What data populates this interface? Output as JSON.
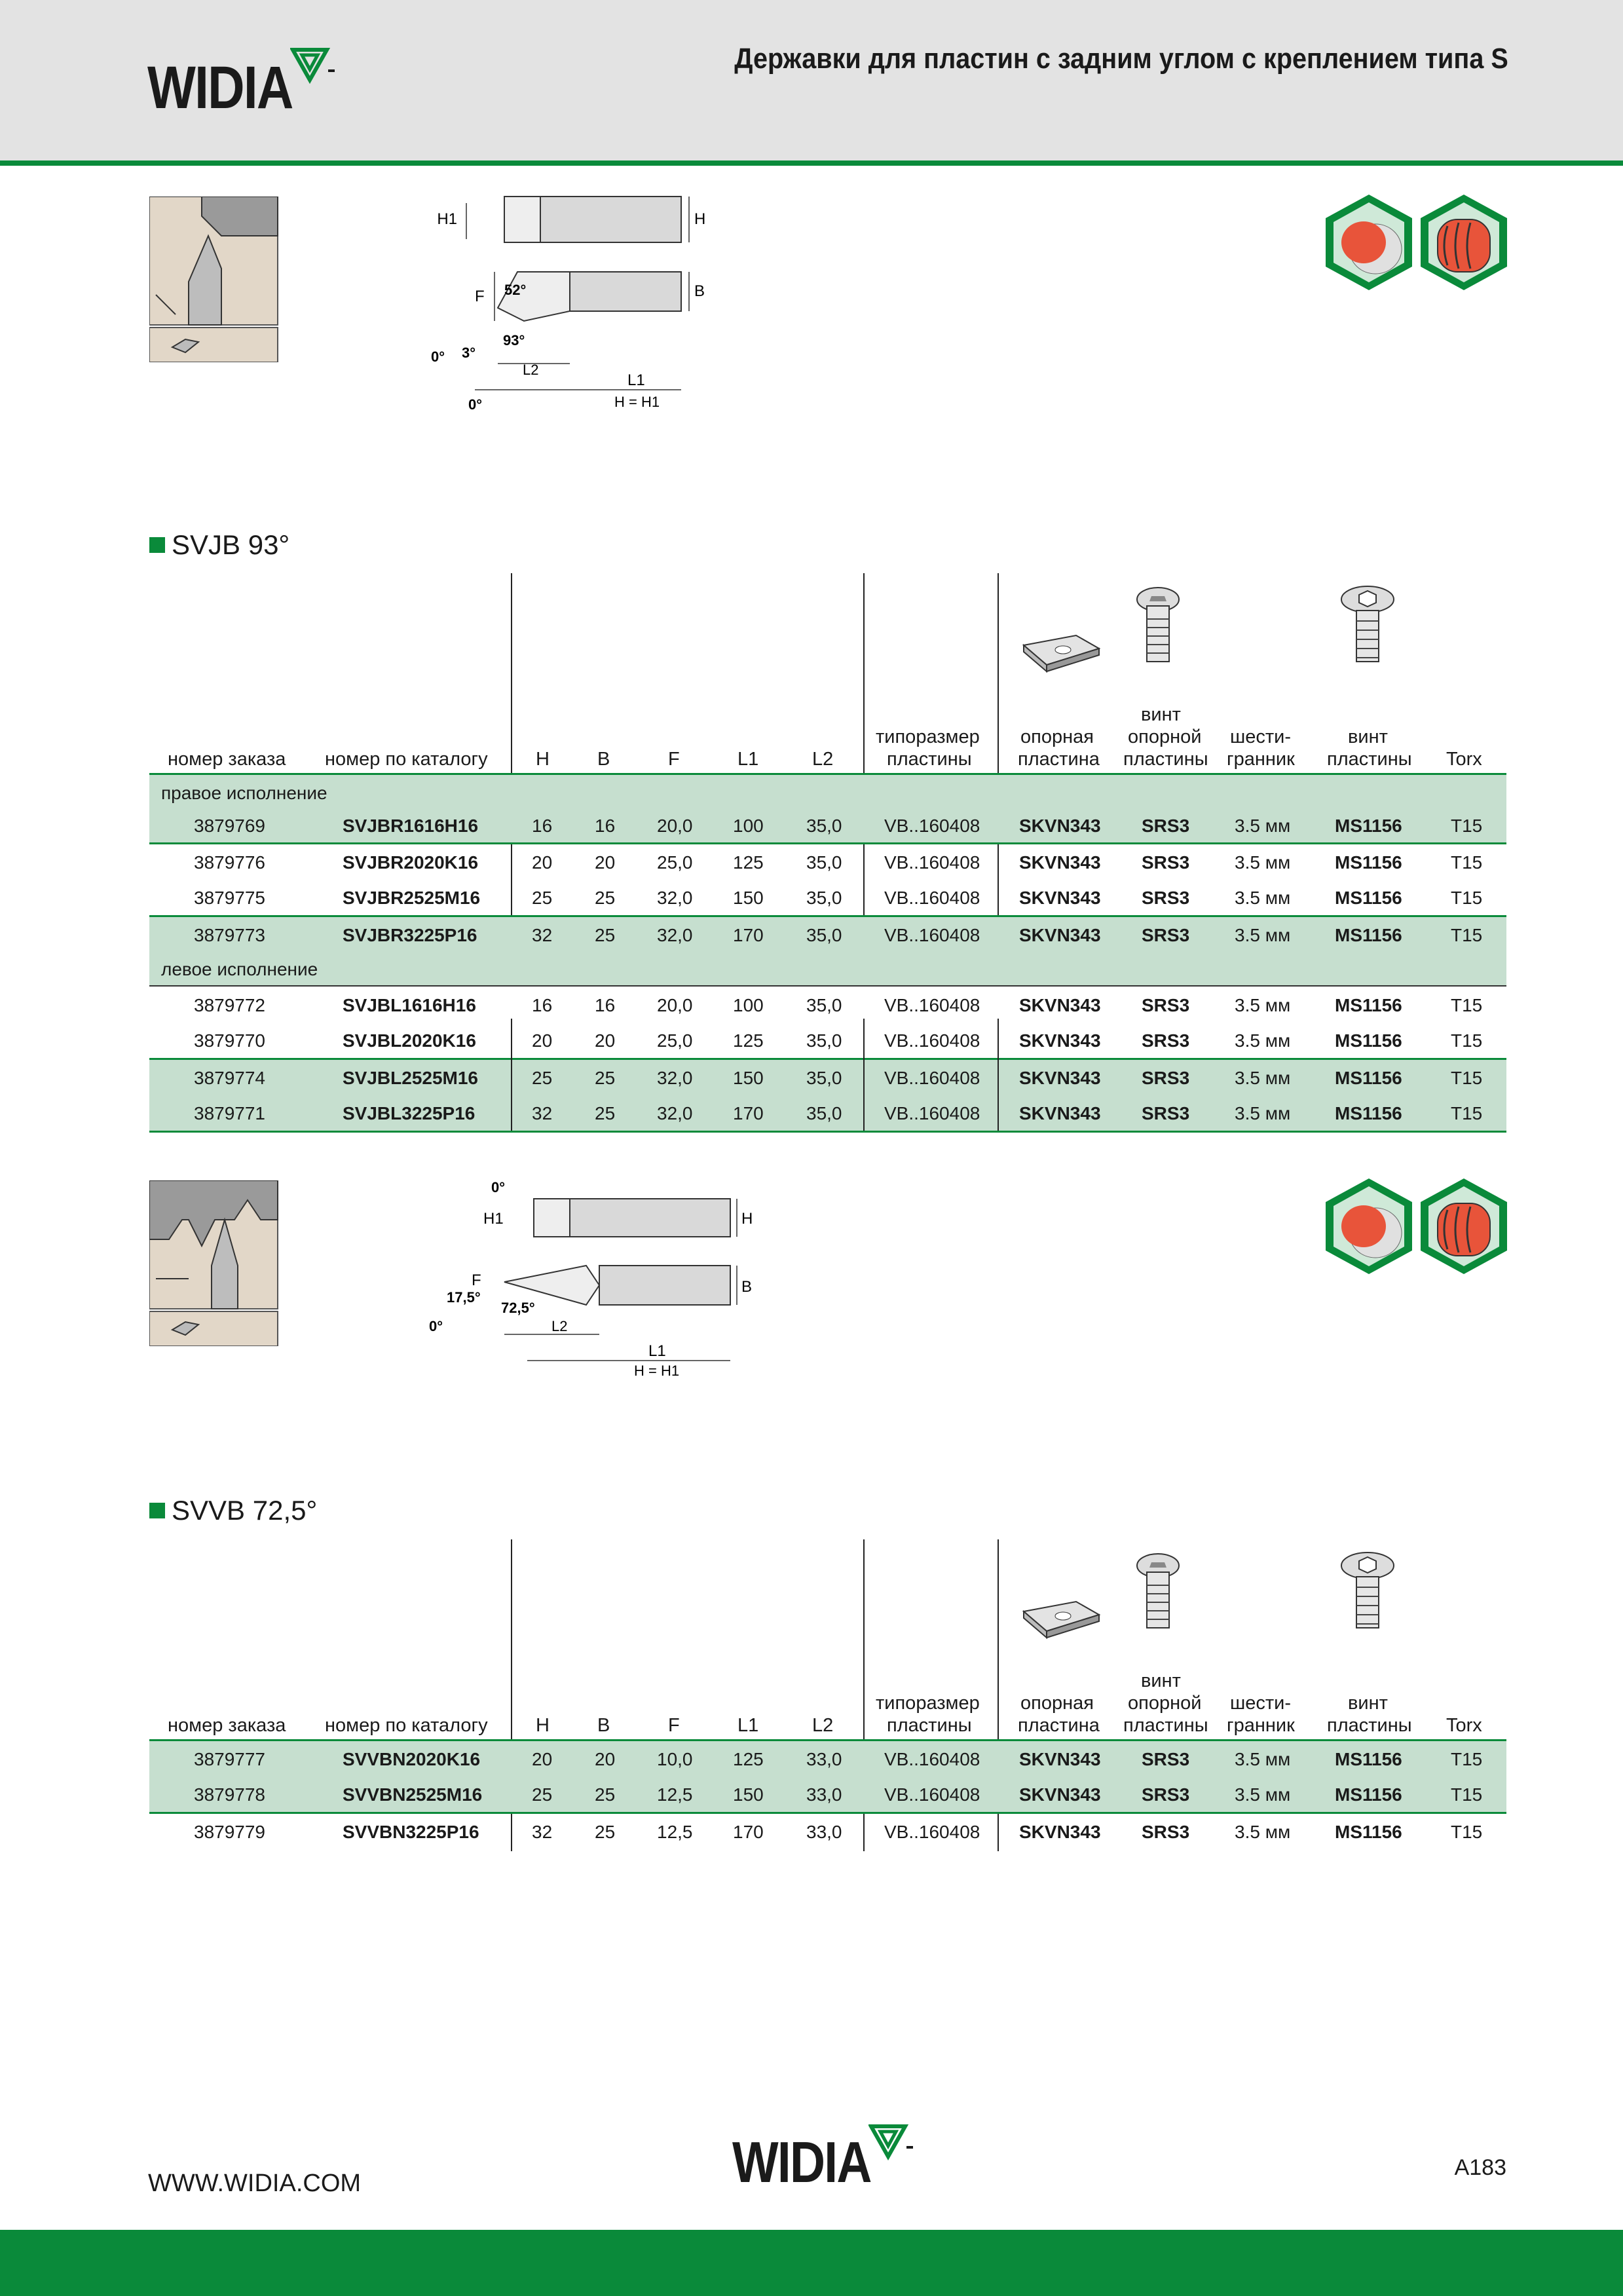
{
  "header": {
    "brand": "WIDIA",
    "title": "Державки для пластин с задним углом с креплением типа S"
  },
  "drawing1": {
    "labels": [
      "H1",
      "H",
      "B",
      "F",
      "52°",
      "93°",
      "L2",
      "L1",
      "H = H1",
      "0°",
      "3°",
      "0°"
    ]
  },
  "section1": {
    "title": "SVJB 93°",
    "columns": {
      "order": "номер заказа",
      "catalog": "номер по каталогу",
      "h": "H",
      "b": "B",
      "f": "F",
      "l1": "L1",
      "l2": "L2",
      "insert_size_1": "типоразмер",
      "insert_size_2": "пластины",
      "shim_1": "опорная",
      "shim_2": "пластина",
      "shim_screw_1": "винт",
      "shim_screw_2": "опорной",
      "shim_screw_3": "пластины",
      "hex_1": "шести-",
      "hex_2": "гранник",
      "insert_screw_1": "винт",
      "insert_screw_2": "пластины",
      "torx": "Torx"
    },
    "group_right": "правое исполнение",
    "group_left": "левое исполнение",
    "rows": [
      {
        "order": "3879769",
        "catalog": "SVJBR1616H16",
        "h": "16",
        "b": "16",
        "f": "20,0",
        "l1": "100",
        "l2": "35,0",
        "insert": "VB..160408",
        "shim": "SKVN343",
        "shim_screw": "SRS3",
        "hex": "3.5 мм",
        "insert_screw": "MS1156",
        "torx": "T15"
      },
      {
        "order": "3879776",
        "catalog": "SVJBR2020K16",
        "h": "20",
        "b": "20",
        "f": "25,0",
        "l1": "125",
        "l2": "35,0",
        "insert": "VB..160408",
        "shim": "SKVN343",
        "shim_screw": "SRS3",
        "hex": "3.5 мм",
        "insert_screw": "MS1156",
        "torx": "T15"
      },
      {
        "order": "3879775",
        "catalog": "SVJBR2525M16",
        "h": "25",
        "b": "25",
        "f": "32,0",
        "l1": "150",
        "l2": "35,0",
        "insert": "VB..160408",
        "shim": "SKVN343",
        "shim_screw": "SRS3",
        "hex": "3.5 мм",
        "insert_screw": "MS1156",
        "torx": "T15"
      },
      {
        "order": "3879773",
        "catalog": "SVJBR3225P16",
        "h": "32",
        "b": "25",
        "f": "32,0",
        "l1": "170",
        "l2": "35,0",
        "insert": "VB..160408",
        "shim": "SKVN343",
        "shim_screw": "SRS3",
        "hex": "3.5 мм",
        "insert_screw": "MS1156",
        "torx": "T15"
      },
      {
        "order": "3879772",
        "catalog": "SVJBL1616H16",
        "h": "16",
        "b": "16",
        "f": "20,0",
        "l1": "100",
        "l2": "35,0",
        "insert": "VB..160408",
        "shim": "SKVN343",
        "shim_screw": "SRS3",
        "hex": "3.5 мм",
        "insert_screw": "MS1156",
        "torx": "T15"
      },
      {
        "order": "3879770",
        "catalog": "SVJBL2020K16",
        "h": "20",
        "b": "20",
        "f": "25,0",
        "l1": "125",
        "l2": "35,0",
        "insert": "VB..160408",
        "shim": "SKVN343",
        "shim_screw": "SRS3",
        "hex": "3.5 мм",
        "insert_screw": "MS1156",
        "torx": "T15"
      },
      {
        "order": "3879774",
        "catalog": "SVJBL2525M16",
        "h": "25",
        "b": "25",
        "f": "32,0",
        "l1": "150",
        "l2": "35,0",
        "insert": "VB..160408",
        "shim": "SKVN343",
        "shim_screw": "SRS3",
        "hex": "3.5 мм",
        "insert_screw": "MS1156",
        "torx": "T15"
      },
      {
        "order": "3879771",
        "catalog": "SVJBL3225P16",
        "h": "32",
        "b": "25",
        "f": "32,0",
        "l1": "170",
        "l2": "35,0",
        "insert": "VB..160408",
        "shim": "SKVN343",
        "shim_screw": "SRS3",
        "hex": "3.5 мм",
        "insert_screw": "MS1156",
        "torx": "T15"
      }
    ]
  },
  "drawing2": {
    "labels": [
      "0°",
      "H1",
      "H",
      "F",
      "17,5°",
      "72,5°",
      "B",
      "0°",
      "L2",
      "L1",
      "H = H1"
    ]
  },
  "section2": {
    "title": "SVVB 72,5°",
    "rows": [
      {
        "order": "3879777",
        "catalog": "SVVBN2020K16",
        "h": "20",
        "b": "20",
        "f": "10,0",
        "l1": "125",
        "l2": "33,0",
        "insert": "VB..160408",
        "shim": "SKVN343",
        "shim_screw": "SRS3",
        "hex": "3.5 мм",
        "insert_screw": "MS1156",
        "torx": "T15"
      },
      {
        "order": "3879778",
        "catalog": "SVVBN2525M16",
        "h": "25",
        "b": "25",
        "f": "12,5",
        "l1": "150",
        "l2": "33,0",
        "insert": "VB..160408",
        "shim": "SKVN343",
        "shim_screw": "SRS3",
        "hex": "3.5 мм",
        "insert_screw": "MS1156",
        "torx": "T15"
      },
      {
        "order": "3879779",
        "catalog": "SVVBN3225P16",
        "h": "32",
        "b": "25",
        "f": "12,5",
        "l1": "170",
        "l2": "33,0",
        "insert": "VB..160408",
        "shim": "SKVN343",
        "shim_screw": "SRS3",
        "hex": "3.5 мм",
        "insert_screw": "MS1156",
        "torx": "T15"
      }
    ]
  },
  "footer": {
    "url": "WWW.WIDIA.COM",
    "brand": "WIDIA",
    "page": "A183"
  },
  "colors": {
    "brand_green": "#0a8a3a",
    "row_green": "#c6dfcf",
    "header_grey": "#e3e3e3",
    "badge_red": "#e8543a"
  }
}
